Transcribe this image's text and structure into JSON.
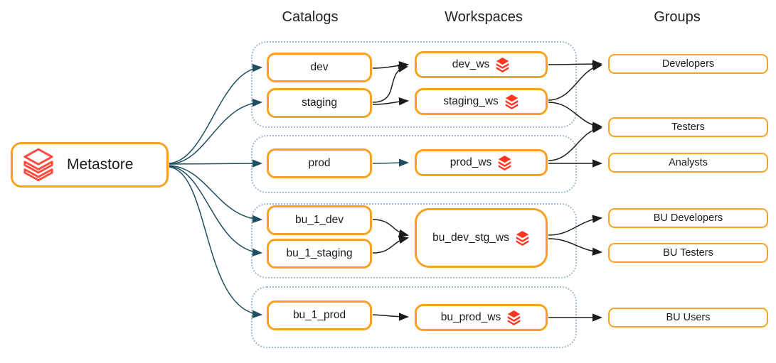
{
  "headers": {
    "catalogs": "Catalogs",
    "workspaces": "Workspaces",
    "groups": "Groups"
  },
  "metastore": {
    "label": "Metastore",
    "icon": "databricks-outline-icon"
  },
  "catalogs": [
    {
      "label": "dev"
    },
    {
      "label": "staging"
    },
    {
      "label": "prod"
    },
    {
      "label": "bu_1_dev"
    },
    {
      "label": "bu_1_staging"
    },
    {
      "label": "bu_1_prod"
    }
  ],
  "workspaces": [
    {
      "label": "dev_ws",
      "icon": "databricks-solid-icon"
    },
    {
      "label": "staging_ws",
      "icon": "databricks-solid-icon"
    },
    {
      "label": "prod_ws",
      "icon": "databricks-solid-icon"
    },
    {
      "label": "bu_dev_stg_ws",
      "icon": "databricks-solid-icon"
    },
    {
      "label": "bu_prod_ws",
      "icon": "databricks-solid-icon"
    }
  ],
  "groups": [
    {
      "label": "Developers"
    },
    {
      "label": "Testers"
    },
    {
      "label": "Analysts"
    },
    {
      "label": "BU Developers"
    },
    {
      "label": "BU Testers"
    },
    {
      "label": "BU Users"
    }
  ],
  "edges": [
    {
      "from": "Metastore",
      "to": "dev",
      "color": "teal"
    },
    {
      "from": "Metastore",
      "to": "staging",
      "color": "teal"
    },
    {
      "from": "Metastore",
      "to": "prod",
      "color": "teal"
    },
    {
      "from": "Metastore",
      "to": "bu_1_dev",
      "color": "teal"
    },
    {
      "from": "Metastore",
      "to": "bu_1_staging",
      "color": "teal"
    },
    {
      "from": "Metastore",
      "to": "bu_1_prod",
      "color": "teal"
    },
    {
      "from": "dev",
      "to": "dev_ws",
      "color": "black"
    },
    {
      "from": "staging",
      "to": "dev_ws",
      "color": "black"
    },
    {
      "from": "staging",
      "to": "staging_ws",
      "color": "black"
    },
    {
      "from": "prod",
      "to": "prod_ws",
      "color": "teal"
    },
    {
      "from": "bu_1_dev",
      "to": "bu_dev_stg_ws",
      "color": "black"
    },
    {
      "from": "bu_1_staging",
      "to": "bu_dev_stg_ws",
      "color": "black"
    },
    {
      "from": "bu_1_prod",
      "to": "bu_prod_ws",
      "color": "black"
    },
    {
      "from": "dev_ws",
      "to": "Developers",
      "color": "black"
    },
    {
      "from": "staging_ws",
      "to": "Developers",
      "color": "black"
    },
    {
      "from": "staging_ws",
      "to": "Testers",
      "color": "black"
    },
    {
      "from": "prod_ws",
      "to": "Testers",
      "color": "black"
    },
    {
      "from": "prod_ws",
      "to": "Analysts",
      "color": "black"
    },
    {
      "from": "bu_dev_stg_ws",
      "to": "BU Developers",
      "color": "black"
    },
    {
      "from": "bu_dev_stg_ws",
      "to": "BU Testers",
      "color": "black"
    },
    {
      "from": "bu_prod_ws",
      "to": "BU Users",
      "color": "black"
    }
  ],
  "colors": {
    "box_border_orange": "#FAA21F",
    "databricks_red_solid": "#FF3621",
    "databricks_red_outline": "#FF4A3C",
    "arrow_teal": "#1E4F60",
    "arrow_black": "#1C1C1C",
    "container_dotted_border": "#A4BCCA",
    "text": "#1B1B1B"
  }
}
